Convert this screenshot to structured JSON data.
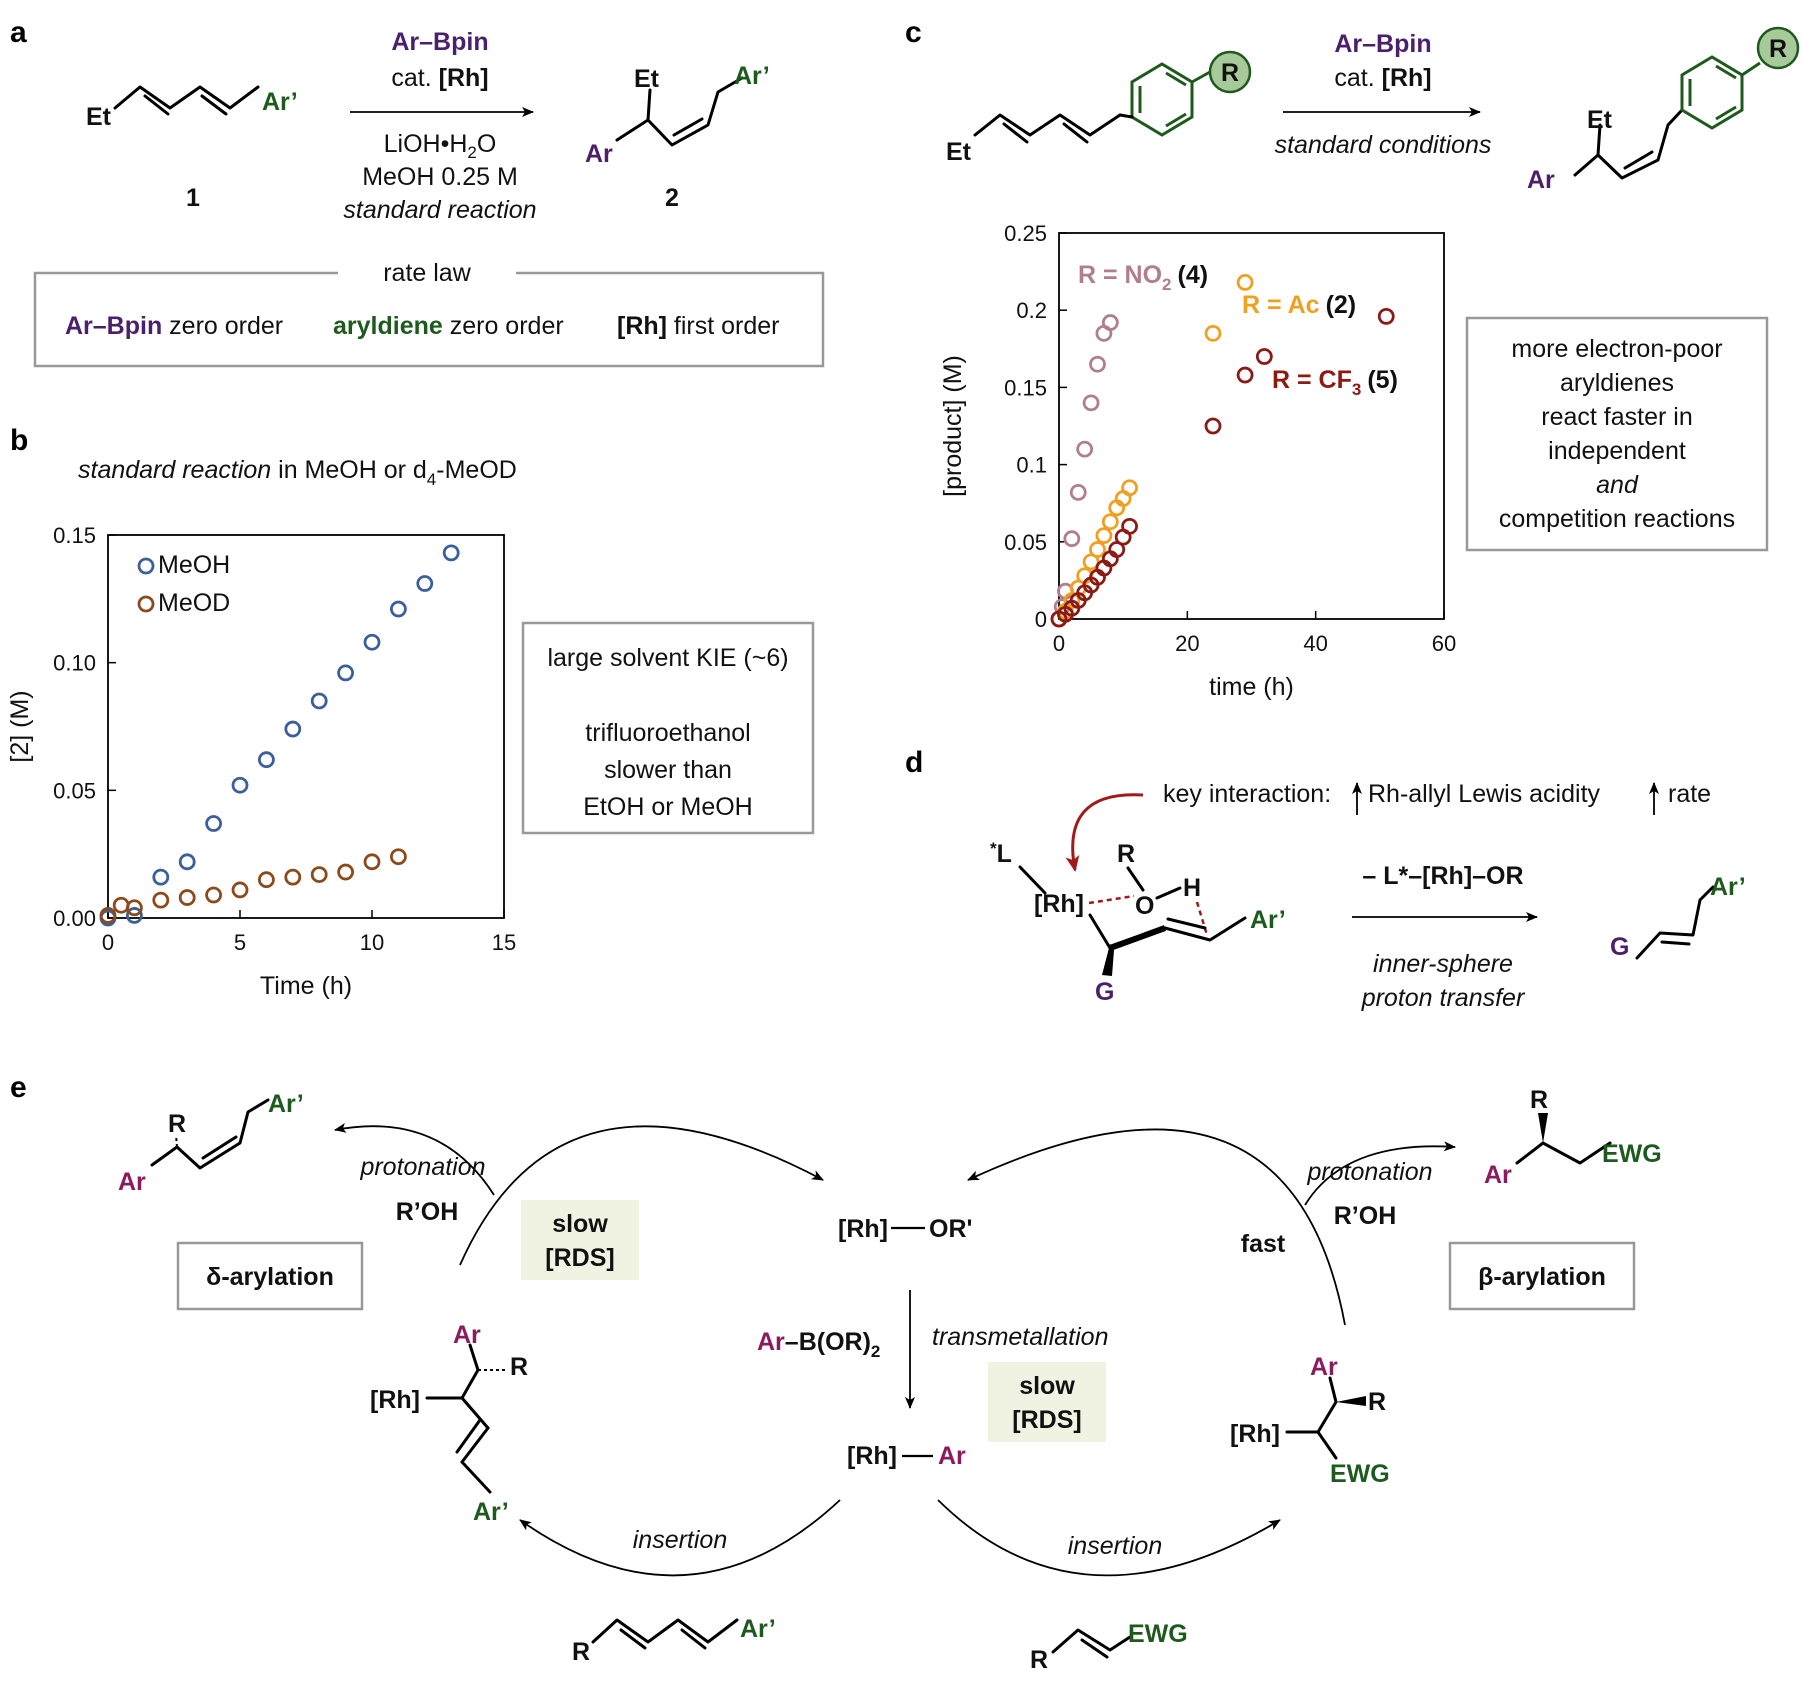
{
  "panels": {
    "a": "a",
    "b": "b",
    "c": "c",
    "d": "d",
    "e": "e"
  },
  "colors": {
    "purple": "#4a1f6b",
    "green": "#1e5a1e",
    "magenta": "#8b1b5c",
    "blue": "#3b5f9a",
    "brown": "#8b4a1c",
    "pink": "#b07e8f",
    "orange": "#f0a020",
    "darkred": "#8b1a14",
    "tan": "#f0f2e2"
  },
  "panel_a": {
    "reagent": "Ar–Bpin",
    "catalyst_prefix": "cat.",
    "catalyst": "[Rh]",
    "base": "LiOH•H",
    "base_sub": "2",
    "base_suffix": "O",
    "solvent": "MeOH 0.25 M",
    "condition": "standard reaction",
    "sm_et": "Et",
    "sm_ar": "Ar’",
    "sm_number": "1",
    "prod_et": "Et",
    "prod_ar": "Ar",
    "prod_arprime": "Ar’",
    "prod_number": "2",
    "rate_law_title": "rate law",
    "term1_bold": "Ar–Bpin",
    "term1_text": " zero order",
    "term2_bold": "aryldiene",
    "term2_text": " zero order",
    "term3_bold": "[Rh]",
    "term3_text": " first order"
  },
  "panel_b": {
    "caption_italic": "standard reaction",
    "caption_text": " in MeOH or d",
    "caption_sub": "4",
    "caption_end": "-MeOD",
    "note1": "large solvent KIE (~6)",
    "note2": "trifluoroethanol",
    "note3": "slower than",
    "note4": "EtOH or MeOH"
  },
  "panel_c": {
    "reagent": "Ar–Bpin",
    "catalyst_prefix": "cat.",
    "catalyst": "[Rh]",
    "condition": "standard conditions",
    "sm_et": "Et",
    "r_group": "R",
    "prod_et": "Et",
    "prod_ar": "Ar",
    "label_no2_a": "R = NO",
    "label_no2_sub": "2",
    "label_no2_num": "(4)",
    "label_ac": "R = Ac",
    "label_ac_num": "(2)",
    "label_cf3_a": "R = CF",
    "label_cf3_sub": "3",
    "label_cf3_num": "(5)",
    "note1": "more electron-poor",
    "note2": "aryldienes",
    "note3": "react faster in",
    "note4": "independent",
    "note5": "and",
    "note6": "competition reactions"
  },
  "panel_d": {
    "key_interaction": "key interaction:",
    "lewis": "Rh-allyl Lewis acidity",
    "rate": "rate",
    "ligand": "*L",
    "rh": "[Rh]",
    "r": "R",
    "o": "O",
    "h": "H",
    "arprime": "Ar’",
    "g": "G",
    "loss": "– L*–[Rh]–OR",
    "cond1": "inner-sphere",
    "cond2": "proton transfer",
    "prod_g": "G",
    "prod_arprime": "Ar’"
  },
  "panel_e": {
    "rh_or": "[Rh]",
    "rh_or_tail": "OR'",
    "rh_ar": "[Rh]",
    "rh_ar_tail": "Ar",
    "transmet_reagent_ar": "Ar",
    "transmet_reagent_rest": "–B(OR)",
    "transmet_reagent_sub": "2",
    "transmetallation": "transmetallation",
    "slow1": "slow",
    "rds1": "[RDS]",
    "slow2": "slow",
    "rds2": "[RDS]",
    "fast": "fast",
    "protonation_left": "protonation",
    "roh_left": "R’OH",
    "protonation_right": "protonation",
    "roh_right": "R’OH",
    "insertion_left": "insertion",
    "insertion_right": "insertion",
    "delta": "δ-arylation",
    "beta": "β-arylation",
    "left_prod_r": "R",
    "left_prod_ar": "Ar",
    "left_prod_arprime": "Ar’",
    "right_prod_r": "R",
    "right_prod_ar": "Ar",
    "right_prod_ewg": "EWG",
    "left_int_ar": "Ar",
    "left_int_r": "R",
    "left_int_rh": "[Rh]",
    "left_int_arprime": "Ar’",
    "right_int_ar": "Ar",
    "right_int_r": "R",
    "right_int_rh": "[Rh]",
    "right_int_ewg": "EWG",
    "diene_r": "R",
    "diene_arprime": "Ar’",
    "alkene_r": "R",
    "alkene_ewg": "EWG"
  },
  "chart_data": [
    {
      "type": "scatter",
      "title": "",
      "xlabel": "Time (h)",
      "ylabel": "[2] (M)",
      "xlim": [
        0,
        15
      ],
      "ylim": [
        0,
        0.15
      ],
      "xticks": [
        "0",
        "5",
        "10",
        "15"
      ],
      "yticks": [
        "0.00",
        "0.05",
        "0.10",
        "0.15"
      ],
      "legend_position": "top-left",
      "series": [
        {
          "name": "MeOH",
          "color": "#3b5f9a",
          "points": [
            [
              0,
              0
            ],
            [
              1,
              0.001
            ],
            [
              2,
              0.016
            ],
            [
              3,
              0.022
            ],
            [
              4,
              0.037
            ],
            [
              5,
              0.052
            ],
            [
              6,
              0.062
            ],
            [
              7,
              0.074
            ],
            [
              8,
              0.085
            ],
            [
              9,
              0.096
            ],
            [
              10,
              0.108
            ],
            [
              11,
              0.121
            ],
            [
              12,
              0.131
            ],
            [
              13,
              0.143
            ]
          ]
        },
        {
          "name": "MeOD",
          "color": "#8b4a1c",
          "points": [
            [
              0,
              0.001
            ],
            [
              0.5,
              0.005
            ],
            [
              1,
              0.004
            ],
            [
              2,
              0.007
            ],
            [
              3,
              0.008
            ],
            [
              4,
              0.009
            ],
            [
              5,
              0.011
            ],
            [
              6,
              0.015
            ],
            [
              7,
              0.016
            ],
            [
              8,
              0.017
            ],
            [
              9,
              0.018
            ],
            [
              10,
              0.022
            ],
            [
              11,
              0.024
            ]
          ]
        }
      ]
    },
    {
      "type": "scatter",
      "title": "",
      "xlabel": "time (h)",
      "ylabel": "[product] (M)",
      "xlim": [
        0,
        60
      ],
      "ylim": [
        0,
        0.25
      ],
      "xticks": [
        "0",
        "20",
        "40",
        "60"
      ],
      "yticks": [
        "0",
        "0.05",
        "0.1",
        "0.15",
        "0.2",
        "0.25"
      ],
      "series": [
        {
          "name": "R = NO2 (4)",
          "color": "#b07e8f",
          "points": [
            [
              0,
              0
            ],
            [
              0.5,
              0.008
            ],
            [
              1,
              0.018
            ],
            [
              2,
              0.052
            ],
            [
              3,
              0.082
            ],
            [
              4,
              0.11
            ],
            [
              5,
              0.14
            ],
            [
              6,
              0.165
            ],
            [
              7,
              0.185
            ],
            [
              8,
              0.192
            ]
          ]
        },
        {
          "name": "R = Ac (2)",
          "color": "#f0a020",
          "points": [
            [
              0,
              0
            ],
            [
              1,
              0.005
            ],
            [
              2,
              0.012
            ],
            [
              3,
              0.02
            ],
            [
              4,
              0.028
            ],
            [
              5,
              0.037
            ],
            [
              6,
              0.045
            ],
            [
              7,
              0.054
            ],
            [
              8,
              0.063
            ],
            [
              9,
              0.072
            ],
            [
              10,
              0.078
            ],
            [
              11,
              0.085
            ],
            [
              24,
              0.185
            ],
            [
              29,
              0.218
            ]
          ]
        },
        {
          "name": "R = CF3 (5)",
          "color": "#8b1a14",
          "points": [
            [
              0,
              0
            ],
            [
              1,
              0.003
            ],
            [
              2,
              0.007
            ],
            [
              3,
              0.012
            ],
            [
              4,
              0.017
            ],
            [
              5,
              0.022
            ],
            [
              6,
              0.027
            ],
            [
              7,
              0.033
            ],
            [
              8,
              0.039
            ],
            [
              9,
              0.045
            ],
            [
              10,
              0.053
            ],
            [
              11,
              0.06
            ],
            [
              24,
              0.125
            ],
            [
              29,
              0.158
            ],
            [
              32,
              0.17
            ],
            [
              51,
              0.196
            ]
          ]
        }
      ]
    }
  ]
}
